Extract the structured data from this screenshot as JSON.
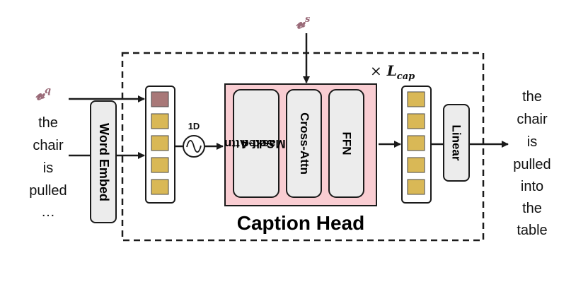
{
  "colors": {
    "token_fill": "#d9b856",
    "query_token_fill": "#a87878",
    "visual_feature_color": "#9a6a78",
    "decoder_block_fill": "#f9cdd2",
    "module_fill": "#ececec",
    "stroke": "#1a1a1a"
  },
  "inputs": {
    "query_feature_symbol": "𝓿",
    "query_feature_sup": "q",
    "visual_feature_symbol": "𝓿",
    "visual_feature_sup": "s",
    "input_words": [
      "the",
      "chair",
      "is",
      "pulled",
      "…"
    ]
  },
  "modules": {
    "word_embed": "Word Embed",
    "positional_encoding": "1D",
    "masked_self_attn_line1": "Masked",
    "masked_self_attn_line2": "Self-Attn",
    "cross_attn": "Cross-Attn",
    "ffn": "FFN",
    "linear": "Linear"
  },
  "repeat": {
    "times_symbol": "×",
    "symbol": "L",
    "subscript": "cap"
  },
  "caption_head_title": "Caption Head",
  "output_words": [
    "the",
    "chair",
    "is",
    "pulled",
    "into",
    "the",
    "table"
  ],
  "input_token_slots": 5,
  "output_token_slots": 5
}
